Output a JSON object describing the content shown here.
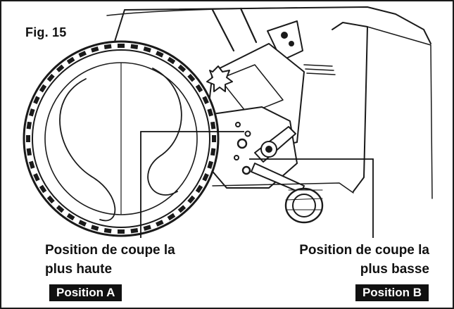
{
  "figure": {
    "label": "Fig. 15",
    "callouts": [
      {
        "line1": "Position de coupe la",
        "line2": "plus haute",
        "badge": "Position A"
      },
      {
        "line1": "Position de coupe la",
        "line2": "plus basse",
        "badge": "Position B"
      }
    ]
  }
}
